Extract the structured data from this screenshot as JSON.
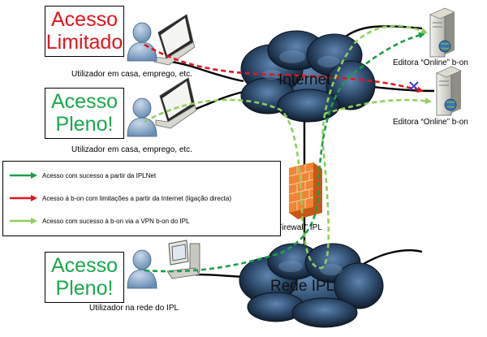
{
  "boxes": {
    "limited": {
      "line1": "Acesso",
      "line2": "Limitado",
      "color": "#e4141b"
    },
    "full_home": {
      "line1": "Acesso",
      "line2": "Pleno!",
      "color": "#1aa84b"
    },
    "full_ipl": {
      "line1": "Acesso",
      "line2": "Pleno!",
      "color": "#1aa84b"
    }
  },
  "users": {
    "home_limited": "Utilizador em casa, emprego, etc.",
    "home_full": "Utilizador em casa, emprego, etc.",
    "ipl": "Utilizador na rede do IPL"
  },
  "servers": {
    "top": "Editora “Online” b-on",
    "bottom": "Editora “Online” b-on"
  },
  "clouds": {
    "internet": "Internet",
    "ipl": "Rede IPL"
  },
  "firewall": "“Firewall” IPL",
  "legend": [
    {
      "text": "Acesso com sucesso a partir da IPLNet",
      "color": "#1a9f48"
    },
    {
      "text": "Acesso à b-on com limitações a partir da Internet (ligação directa)",
      "color": "#e4141b"
    },
    {
      "text": "Acesso com sucesso à b-on via a VPN b-on do IPL",
      "color": "#8fcf5a"
    }
  ],
  "colors": {
    "success_green": "#1a9f48",
    "limited_red": "#e4141b",
    "vpn_green": "#8fcf5a",
    "cloud": "#2c4460",
    "firewall": "#e8762a"
  },
  "icons": {
    "user": "user-person-icon",
    "laptop": "laptop-icon",
    "desktop": "desktop-computer-icon",
    "server": "server-tower-icon",
    "globe": "globe-icon",
    "firewall": "brick-firewall-icon",
    "blocked": "blocked-x-icon"
  }
}
